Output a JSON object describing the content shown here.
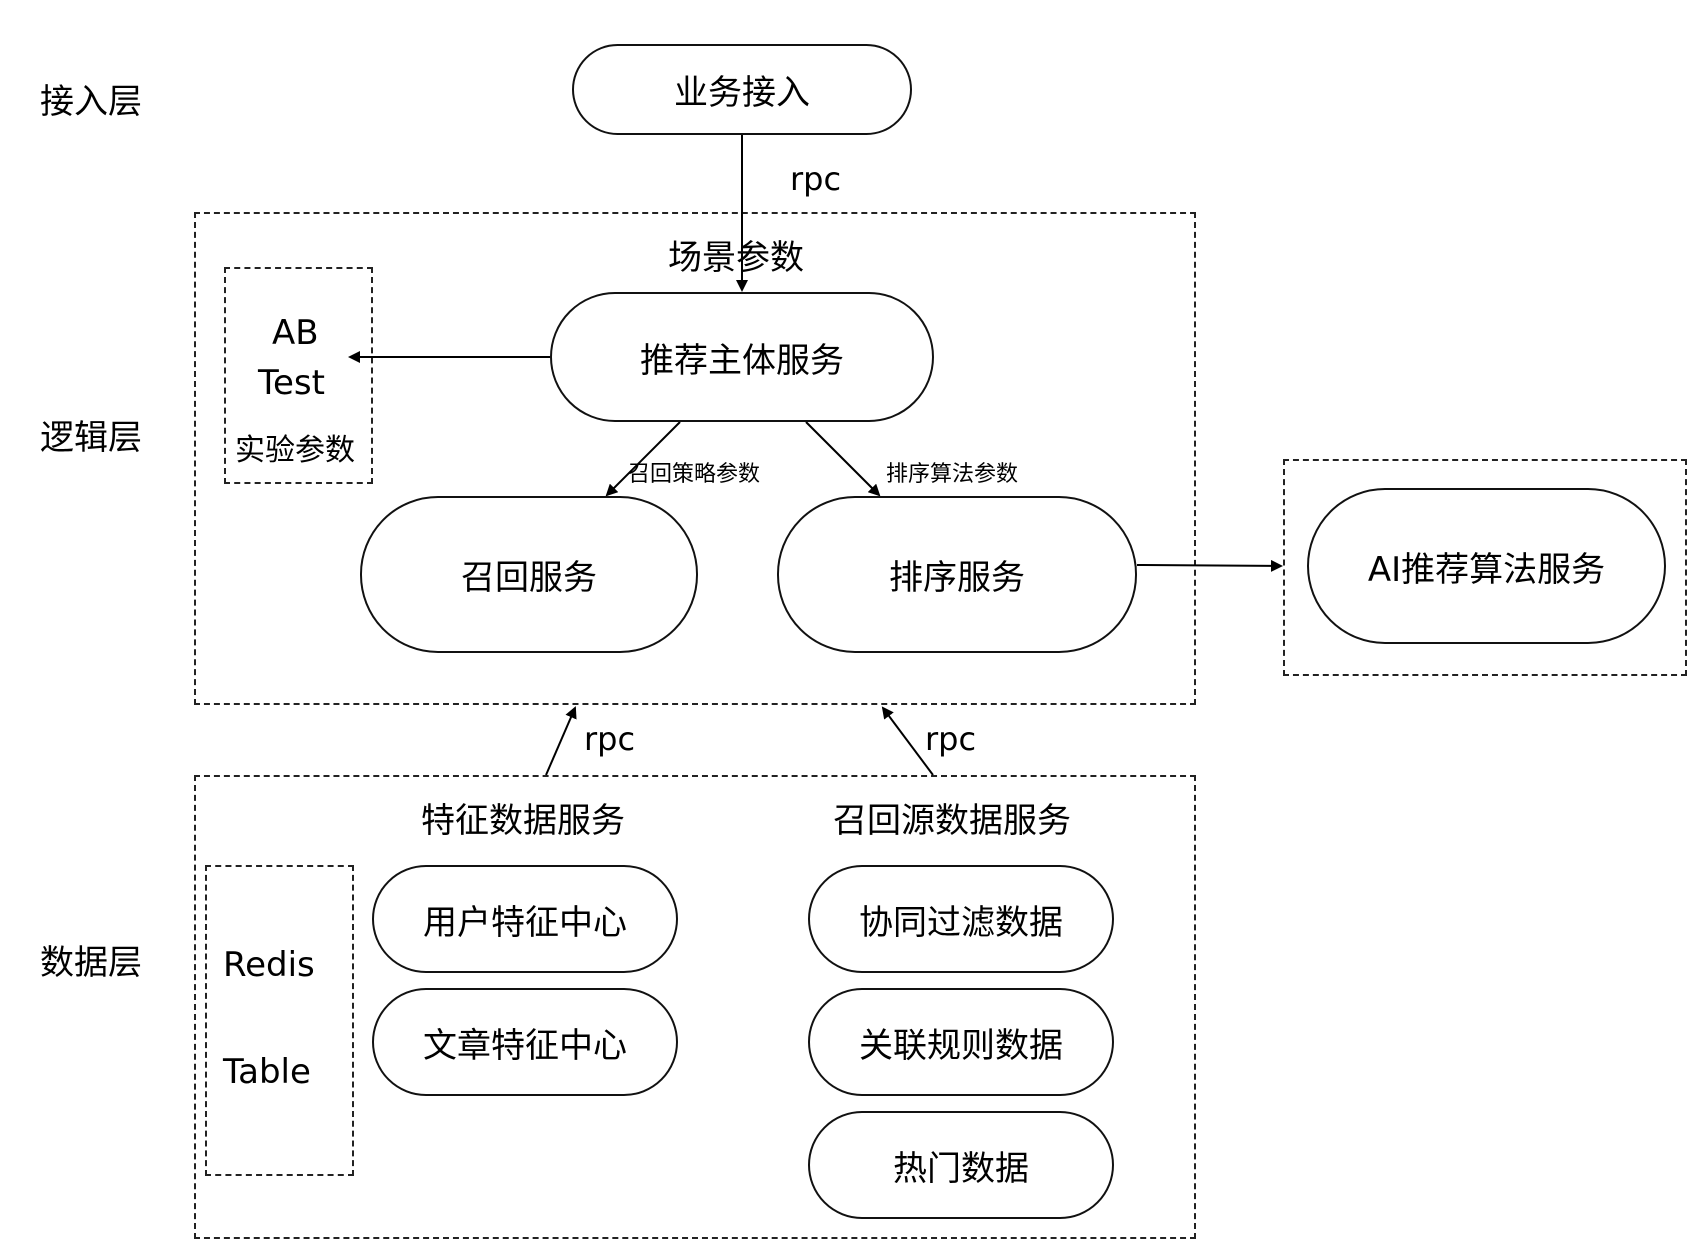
{
  "layers": {
    "access": "接入层",
    "logic": "逻辑层",
    "data": "数据层"
  },
  "nodes": {
    "business_access": "业务接入",
    "recommend_main": "推荐主体服务",
    "recall": "召回服务",
    "rank": "排序服务",
    "ai_algo": "AI推荐算法服务",
    "user_feature": "用户特征中心",
    "article_feature": "文章特征中心",
    "collab_filter": "协同过滤数据",
    "assoc_rules": "关联规则数据",
    "hot_data": "热门数据"
  },
  "labels": {
    "rpc_top": "rpc",
    "scene_params": "场景参数",
    "ab_line1": "AB",
    "ab_line2": "Test",
    "ab_params": "实验参数",
    "recall_strategy": "召回策略参数",
    "rank_algo": "排序算法参数",
    "rpc_left": "rpc",
    "rpc_right": "rpc",
    "feature_service": "特征数据服务",
    "recall_source_service": "召回源数据服务",
    "redis": "Redis",
    "table": "Table"
  }
}
